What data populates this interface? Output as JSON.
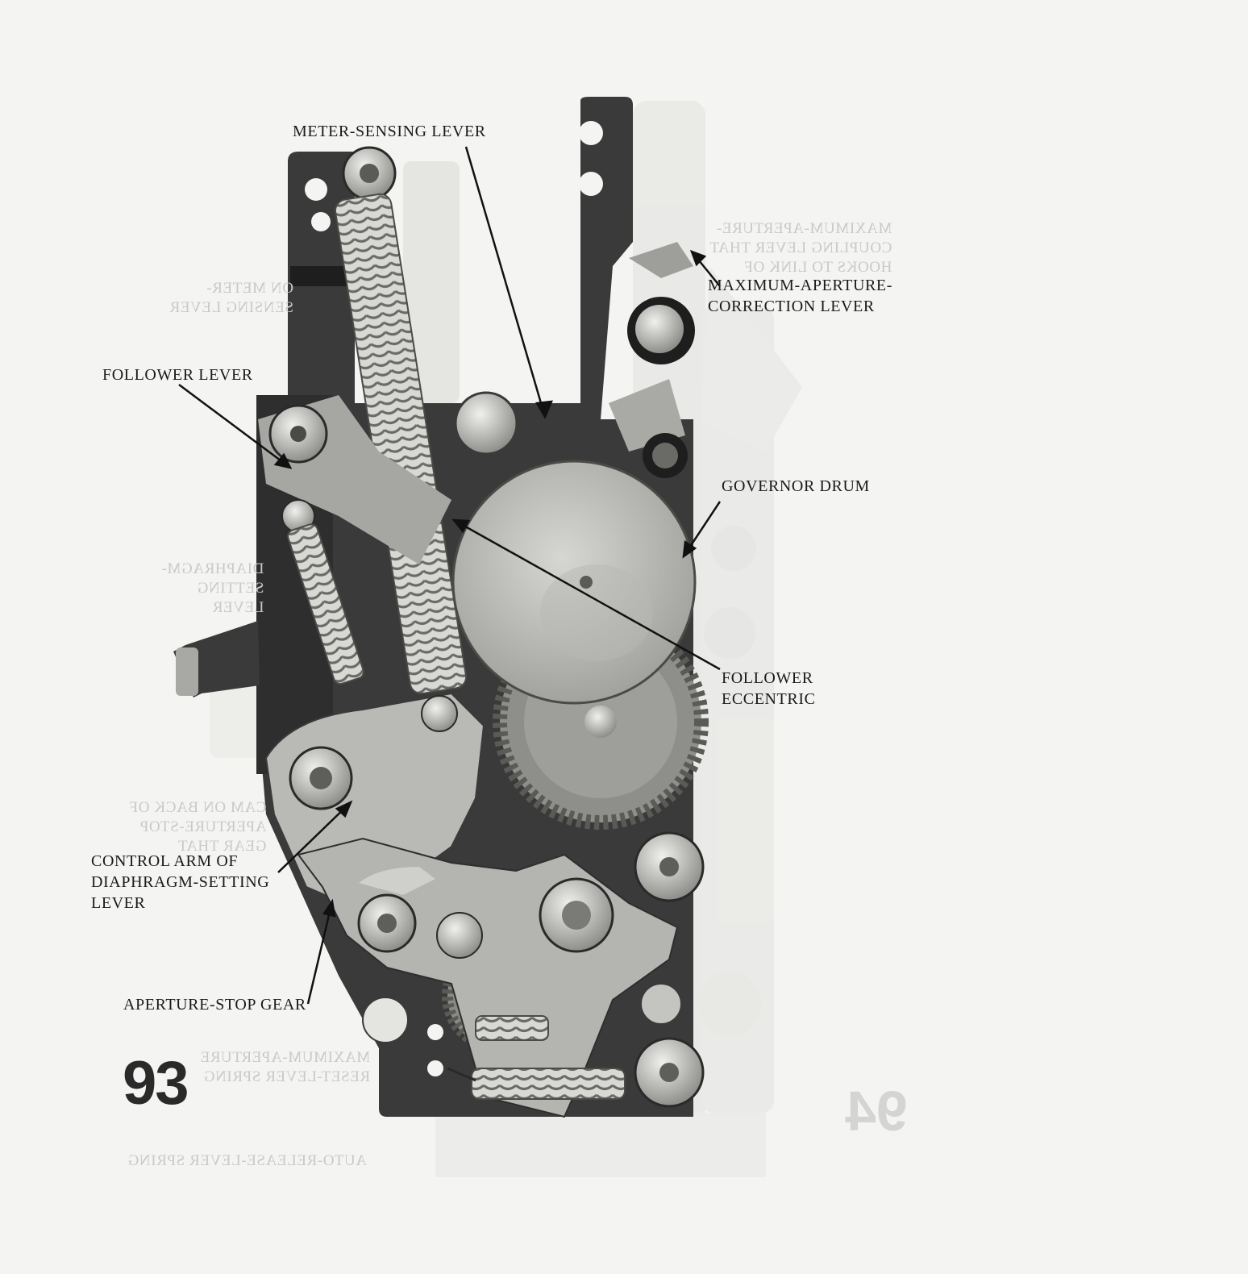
{
  "labels": {
    "meter_sensing_lever": "METER-SENSING LEVER",
    "max_aperture_correction_lever": [
      "MAXIMUM-APERTURE-",
      "CORRECTION LEVER"
    ],
    "follower_lever": "FOLLOWER LEVER",
    "governor_drum": "GOVERNOR DRUM",
    "follower_eccentric": [
      "FOLLOWER",
      "ECCENTRIC"
    ],
    "control_arm": [
      "CONTROL ARM OF",
      "DIAPHRAGM-SETTING",
      "LEVER"
    ],
    "aperture_stop_gear": "APERTURE-STOP GEAR"
  },
  "page_number": "93",
  "show_through": {
    "page_number": "94",
    "coupling_lever": [
      "MAXIMUM-APERTURE-",
      "COUPLING LEVER THAT",
      "HOOKS TO LINK OF"
    ],
    "meter_sensing": [
      "ON METER-",
      "SENSING LEVER"
    ],
    "diaphragm": [
      "DIAPHRAGM-",
      "SETTING",
      "LEVER"
    ],
    "cam": [
      "CAM ON BACK OF",
      "APERTURE-STOP",
      "GEAR THAT"
    ],
    "reset_spring": [
      "MAXIMUM-APERTURE",
      "RESET-LEVER SPRING"
    ],
    "auto_release": "AUTO-RELEASE-LEVER SPRING"
  },
  "colors": {
    "paper": "#f4f4f2",
    "frame": "#3a3a3a",
    "metal": "#b4b4b0",
    "ink": "#1a1a1a"
  }
}
